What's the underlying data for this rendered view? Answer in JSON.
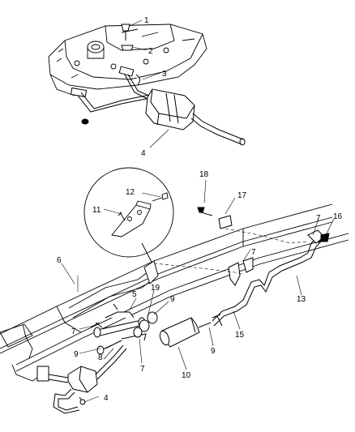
{
  "diagram": {
    "callouts": [
      {
        "id": "c1",
        "label": "1"
      },
      {
        "id": "c2",
        "label": "2"
      },
      {
        "id": "c3",
        "label": "3"
      },
      {
        "id": "c4a",
        "label": "4"
      },
      {
        "id": "c4b",
        "label": "4"
      },
      {
        "id": "c5",
        "label": "5"
      },
      {
        "id": "c6",
        "label": "6"
      },
      {
        "id": "c7a",
        "label": "7"
      },
      {
        "id": "c7b",
        "label": "7"
      },
      {
        "id": "c7c",
        "label": "7"
      },
      {
        "id": "c7d",
        "label": "7"
      },
      {
        "id": "c8",
        "label": "8"
      },
      {
        "id": "c9a",
        "label": "9"
      },
      {
        "id": "c9b",
        "label": "9"
      },
      {
        "id": "c9c",
        "label": "9"
      },
      {
        "id": "c10",
        "label": "10"
      },
      {
        "id": "c11",
        "label": "11"
      },
      {
        "id": "c12",
        "label": "12"
      },
      {
        "id": "c13",
        "label": "13"
      },
      {
        "id": "c15",
        "label": "15"
      },
      {
        "id": "c16",
        "label": "16"
      },
      {
        "id": "c17",
        "label": "17"
      },
      {
        "id": "c18",
        "label": "18"
      },
      {
        "id": "c19",
        "label": "19"
      }
    ]
  }
}
